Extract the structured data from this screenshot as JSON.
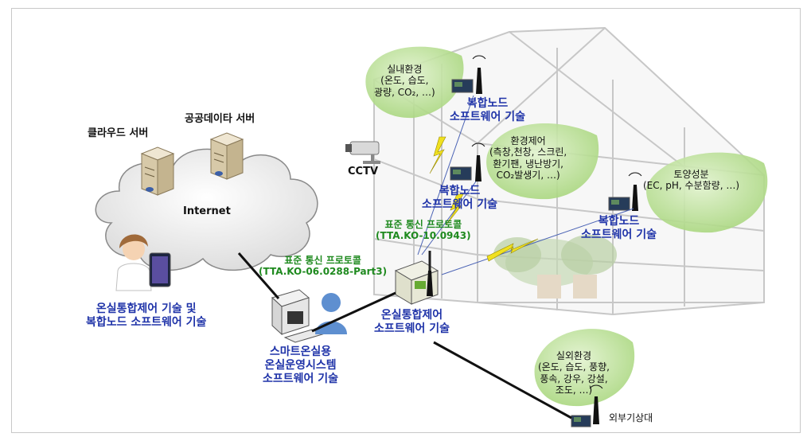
{
  "cloud": {
    "label": "Internet",
    "cloud_server_label": "클라우드 서버",
    "public_server_label": "공공데이타 서버"
  },
  "cctv": {
    "label": "CCTV"
  },
  "user_label": [
    "온실통합제어 기술 및",
    "복합노드 소프트웨어 기술"
  ],
  "operator_label": [
    "스마트온실용",
    "온실운영시스템",
    "소프트웨어 기술"
  ],
  "controller_label": [
    "온실통합제어",
    "소프트웨어 기술"
  ],
  "protocol_1": [
    "표준 통신 프로토콜",
    "(TTA.KO-06.0288-Part3)"
  ],
  "protocol_2": [
    "표준 통신 프로토콜",
    "(TTA.KO-10.0943)"
  ],
  "nodes": {
    "indoor": {
      "leaf": [
        "실내환경",
        "(온도, 습도,",
        "광량, CO₂, …)"
      ],
      "label": [
        "복합노드",
        "소프트웨어 기술"
      ]
    },
    "control": {
      "leaf": [
        "환경제어",
        "(측창,천창, 스크린,",
        "환기팬, 냉난방기,",
        "CO₂발생기, …)"
      ],
      "label": [
        "복합노드",
        "소프트웨어 기술"
      ]
    },
    "soil": {
      "leaf": [
        "토양성분",
        "(EC, pH, 수분함량, …)"
      ],
      "label": [
        "복합노드",
        "소프트웨어 기술"
      ]
    },
    "outdoor": {
      "leaf": [
        "실외환경",
        "(온도, 습도, 풍향,",
        "풍속, 강우, 강설,",
        "조도, …)"
      ],
      "label": "외부기상대"
    }
  },
  "colors": {
    "title_blue": "#1f33a8",
    "protocol_green": "#1f8a1f",
    "leaf_green": "#b5dc8c",
    "bolt_yellow": "#f0e020"
  }
}
